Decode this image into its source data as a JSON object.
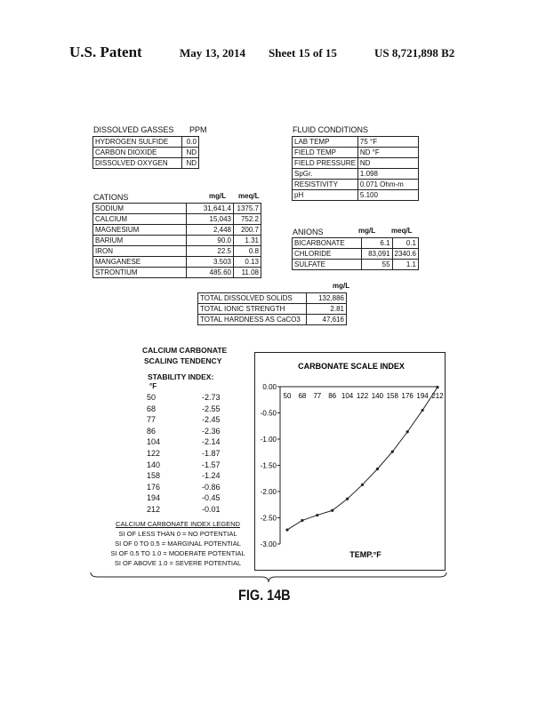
{
  "header": {
    "patent_label": "U.S. Patent",
    "date": "May 13, 2014",
    "sheet": "Sheet 15 of 15",
    "patent_number": "US 8,721,898 B2"
  },
  "dissolved_gasses": {
    "title": "DISSOLVED GASSES",
    "unit": "PPM",
    "rows": [
      {
        "name": "HYDROGEN SULFIDE",
        "value": "0.0"
      },
      {
        "name": "CARBON DIOXIDE",
        "value": "ND"
      },
      {
        "name": "DISSOLVED OXYGEN",
        "value": "ND"
      }
    ]
  },
  "fluid_conditions": {
    "title": "FLUID CONDITIONS",
    "rows": [
      {
        "name": "LAB TEMP",
        "value": "75 °F"
      },
      {
        "name": "FIELD TEMP",
        "value": "ND °F"
      },
      {
        "name": "FIELD PRESSURE",
        "value": "ND"
      },
      {
        "name": "SpGr.",
        "value": "1.098"
      },
      {
        "name": "RESISTIVITY",
        "value": "0.071 Ohm-m"
      },
      {
        "name": "pH",
        "value": "5.100"
      }
    ]
  },
  "cations": {
    "title": "CATIONS",
    "unit1": "mg/L",
    "unit2": "meq/L",
    "rows": [
      {
        "name": "SODIUM",
        "mg": "31,641.4",
        "meq": "1375.7"
      },
      {
        "name": "CALCIUM",
        "mg": "15,043",
        "meq": "752.2"
      },
      {
        "name": "MAGNESIUM",
        "mg": "2,448",
        "meq": "200.7"
      },
      {
        "name": "BARIUM",
        "mg": "90.0",
        "meq": "1.31"
      },
      {
        "name": "IRON",
        "mg": "22.5",
        "meq": "0.8"
      },
      {
        "name": "MANGANESE",
        "mg": "3.503",
        "meq": "0.13"
      },
      {
        "name": "STRONTIUM",
        "mg": "485.60",
        "meq": "11.08"
      }
    ]
  },
  "anions": {
    "title": "ANIONS",
    "unit1": "mg/L",
    "unit2": "meq/L",
    "rows": [
      {
        "name": "BICARBONATE",
        "mg": "6.1",
        "meq": "0.1"
      },
      {
        "name": "CHLORIDE",
        "mg": "83,091",
        "meq": "2340.6"
      },
      {
        "name": "SULFATE",
        "mg": "55",
        "meq": "1.1"
      }
    ]
  },
  "totals": {
    "unit": "mg/L",
    "rows": [
      {
        "name": "TOTAL DISSOLVED SOLIDS",
        "value": "132,886"
      },
      {
        "name": "TOTAL IONIC STRENGTH",
        "value": "2.81"
      },
      {
        "name": "TOTAL HARDNESS AS CaCO3",
        "value": "47,616"
      }
    ]
  },
  "scaling": {
    "title_line1": "CALCIUM CARBONATE",
    "title_line2": "SCALING TENDENCY",
    "stability_label": "STABILITY INDEX:",
    "unit": "°F",
    "rows": [
      {
        "temp": "50",
        "si": "-2.73"
      },
      {
        "temp": "68",
        "si": "-2.55"
      },
      {
        "temp": "77",
        "si": "-2.45"
      },
      {
        "temp": "86",
        "si": "-2.36"
      },
      {
        "temp": "104",
        "si": "-2.14"
      },
      {
        "temp": "122",
        "si": "-1.87"
      },
      {
        "temp": "140",
        "si": "-1.57"
      },
      {
        "temp": "158",
        "si": "-1.24"
      },
      {
        "temp": "176",
        "si": "-0.86"
      },
      {
        "temp": "194",
        "si": "-0.45"
      },
      {
        "temp": "212",
        "si": "-0.01"
      }
    ]
  },
  "legend": {
    "title": "CALCIUM CARBONATE INDEX LEGEND",
    "lines": [
      "SI OF LESS THAN 0 = NO POTENTIAL",
      "SI OF 0 TO 0.5 = MARGINAL POTENTIAL",
      "SI OF 0.5 TO 1.0 = MODERATE POTENTIAL",
      "SI OF ABOVE 1.0 = SEVERE POTENTIAL"
    ]
  },
  "figure_label": "FIG. 14B",
  "chart_data": {
    "type": "line",
    "title": "CARBONATE SCALE INDEX",
    "xlabel": "TEMP.°F",
    "ylabel": "",
    "categories": [
      "50",
      "68",
      "77",
      "86",
      "104",
      "122",
      "140",
      "158",
      "176",
      "194",
      "212"
    ],
    "values": [
      -2.73,
      -2.55,
      -2.45,
      -2.36,
      -2.14,
      -1.87,
      -1.57,
      -1.24,
      -0.86,
      -0.45,
      -0.01
    ],
    "ylim": [
      -3.0,
      0.0
    ],
    "yticks": [
      "0.00",
      "-0.50",
      "-1.00",
      "-1.50",
      "-2.00",
      "-2.50",
      "-3.00"
    ],
    "grid": false,
    "x_axis_position": "top"
  }
}
